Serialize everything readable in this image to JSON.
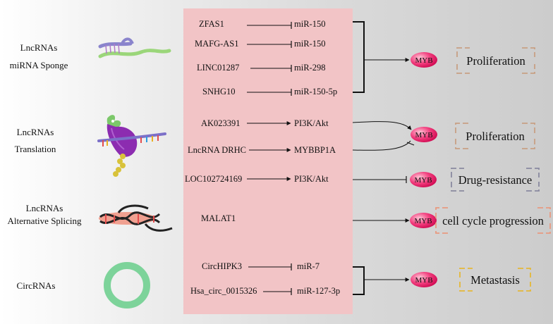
{
  "categories": [
    {
      "line1": "LncRNAs",
      "line2": "miRNA Sponge"
    },
    {
      "line1": "LncRNAs",
      "line2": "Translation"
    },
    {
      "line1": "LncRNAs",
      "line2": "Alternative Splicing"
    },
    {
      "line1": "CircRNAs",
      "line2": ""
    }
  ],
  "pathways": [
    {
      "source": "ZFAS1",
      "target": "miR-150",
      "relation": "inhibits"
    },
    {
      "source": "MAFG-AS1",
      "target": "miR-150",
      "relation": "inhibits"
    },
    {
      "source": "LINC01287",
      "target": "miR-298",
      "relation": "inhibits"
    },
    {
      "source": "SNHG10",
      "target": "miR-150-5p",
      "relation": "inhibits"
    },
    {
      "source": "AK023391",
      "target": "PI3K/Akt",
      "relation": "activates"
    },
    {
      "source": "LncRNA DRHC",
      "target": "MYBBP1A",
      "relation": "activates"
    },
    {
      "source": "LOC102724169",
      "target": "PI3K/Akt",
      "relation": "activates"
    },
    {
      "source": "MALAT1",
      "target": "",
      "relation": ""
    },
    {
      "source": "CircHIPK3",
      "target": "miR-7",
      "relation": "inhibits"
    },
    {
      "source": "Hsa_circ_0015326",
      "target": "miR-127-3p",
      "relation": "inhibits"
    }
  ],
  "myb_label": "MYB",
  "outcomes": [
    "Proliferation",
    "Proliferation",
    "Drug-resistance",
    "cell cycle progression",
    "Metastasis"
  ],
  "colors": {
    "panel": "#f2c4c6",
    "myb_gradient": [
      "#ffb0c8",
      "#e8105e"
    ],
    "box_proliferation": "#c8a084",
    "box_drug": "#8a8aa0",
    "box_cellcycle": "#e89a80",
    "box_metastasis": "#e4b838"
  },
  "icons": [
    "sponge-icon",
    "ribosome-icon",
    "spliced-rna-icon",
    "circrna-icon"
  ]
}
